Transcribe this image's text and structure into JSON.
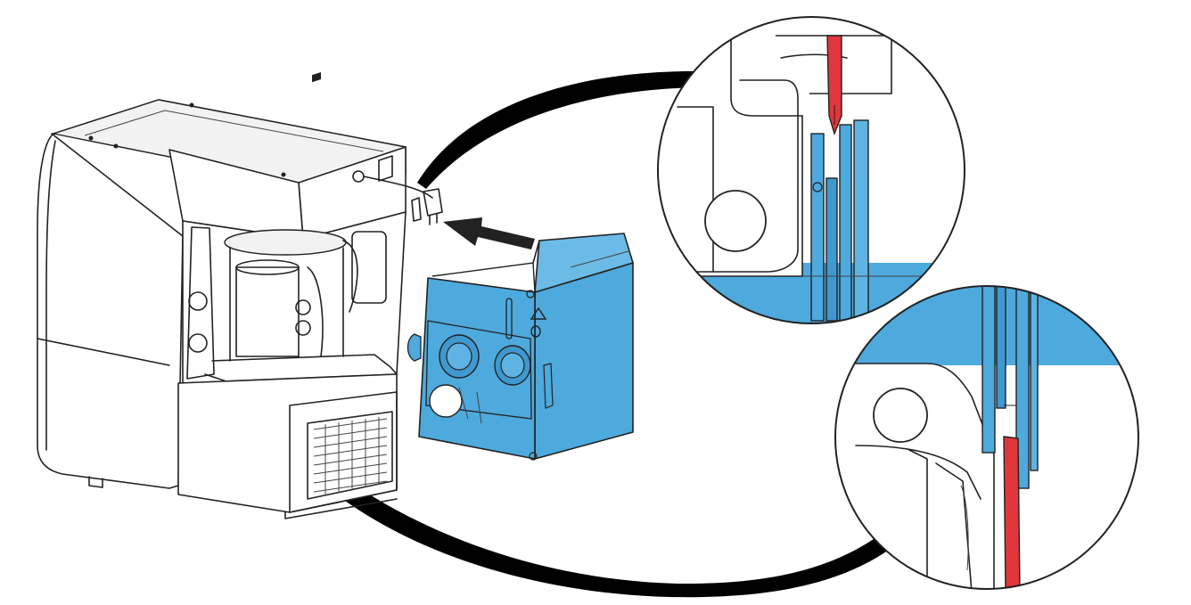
{
  "figure": {
    "kind": "installation-illustration",
    "components": [
      "printer-body",
      "blue-cartridge",
      "insertion-arrow",
      "detail-zoom-top",
      "detail-zoom-bottom"
    ],
    "colors": {
      "cartridge_blue": "#4ea9dd",
      "cartridge_blue_dark": "#2f7fb3",
      "guide_red": "#e0363c",
      "outline": "#222222",
      "leader_black": "#000000"
    },
    "icons": [
      "arrow-left-icon",
      "triangle-marker-icon",
      "circle-marker-icon"
    ]
  }
}
